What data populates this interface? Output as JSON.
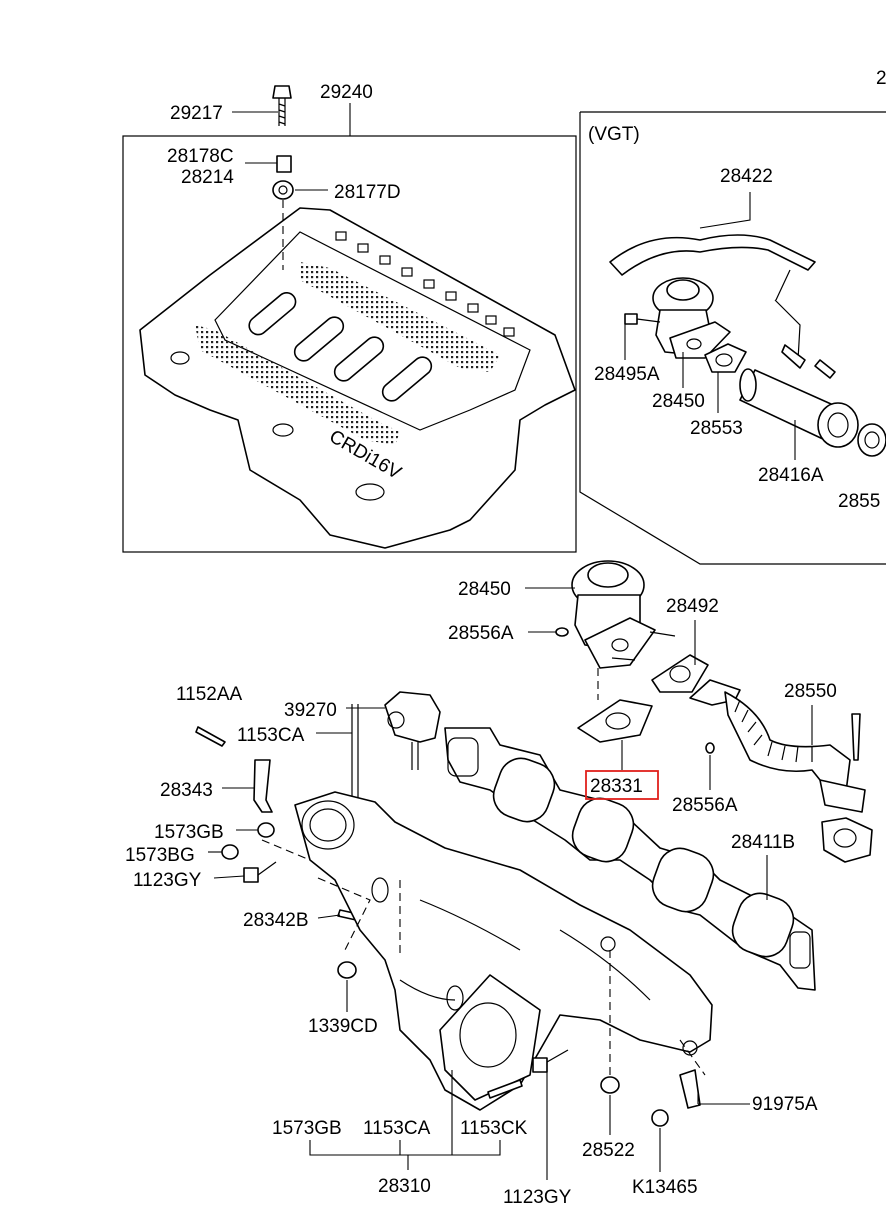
{
  "diagram": {
    "section_label": "(VGT)",
    "highlight_color": "#e0201c",
    "highlighted_part": "28331",
    "parts": {
      "p29217": "29217",
      "p29240": "29240",
      "p28178C": "28178C",
      "p28214": "28214",
      "p28177D": "28177D",
      "p28422": "28422",
      "p28495A": "28495A",
      "p28450_vgt": "28450",
      "p28553": "28553",
      "p28416A": "28416A",
      "p2855_cut": "2855",
      "p2_cut": "2",
      "p28450": "28450",
      "p28492": "28492",
      "p28556A_top": "28556A",
      "p28550": "28550",
      "p1152AA": "1152AA",
      "p39270": "39270",
      "p1153CA_top": "1153CA",
      "p28331": "28331",
      "p28556A_bottom": "28556A",
      "p28343": "28343",
      "p1573GB_top": "1573GB",
      "p1573BG": "1573BG",
      "p1123GY_top": "1123GY",
      "p28411B": "28411B",
      "p28342B": "28342B",
      "p1339CD": "1339CD",
      "p91975A": "91975A",
      "p1573GB_bottom": "1573GB",
      "p1153CA_bottom": "1153CA",
      "p1153CK": "1153CK",
      "p28522": "28522",
      "p28310": "28310",
      "pK13465": "K13465",
      "p1123GY_bottom": "1123GY"
    }
  }
}
